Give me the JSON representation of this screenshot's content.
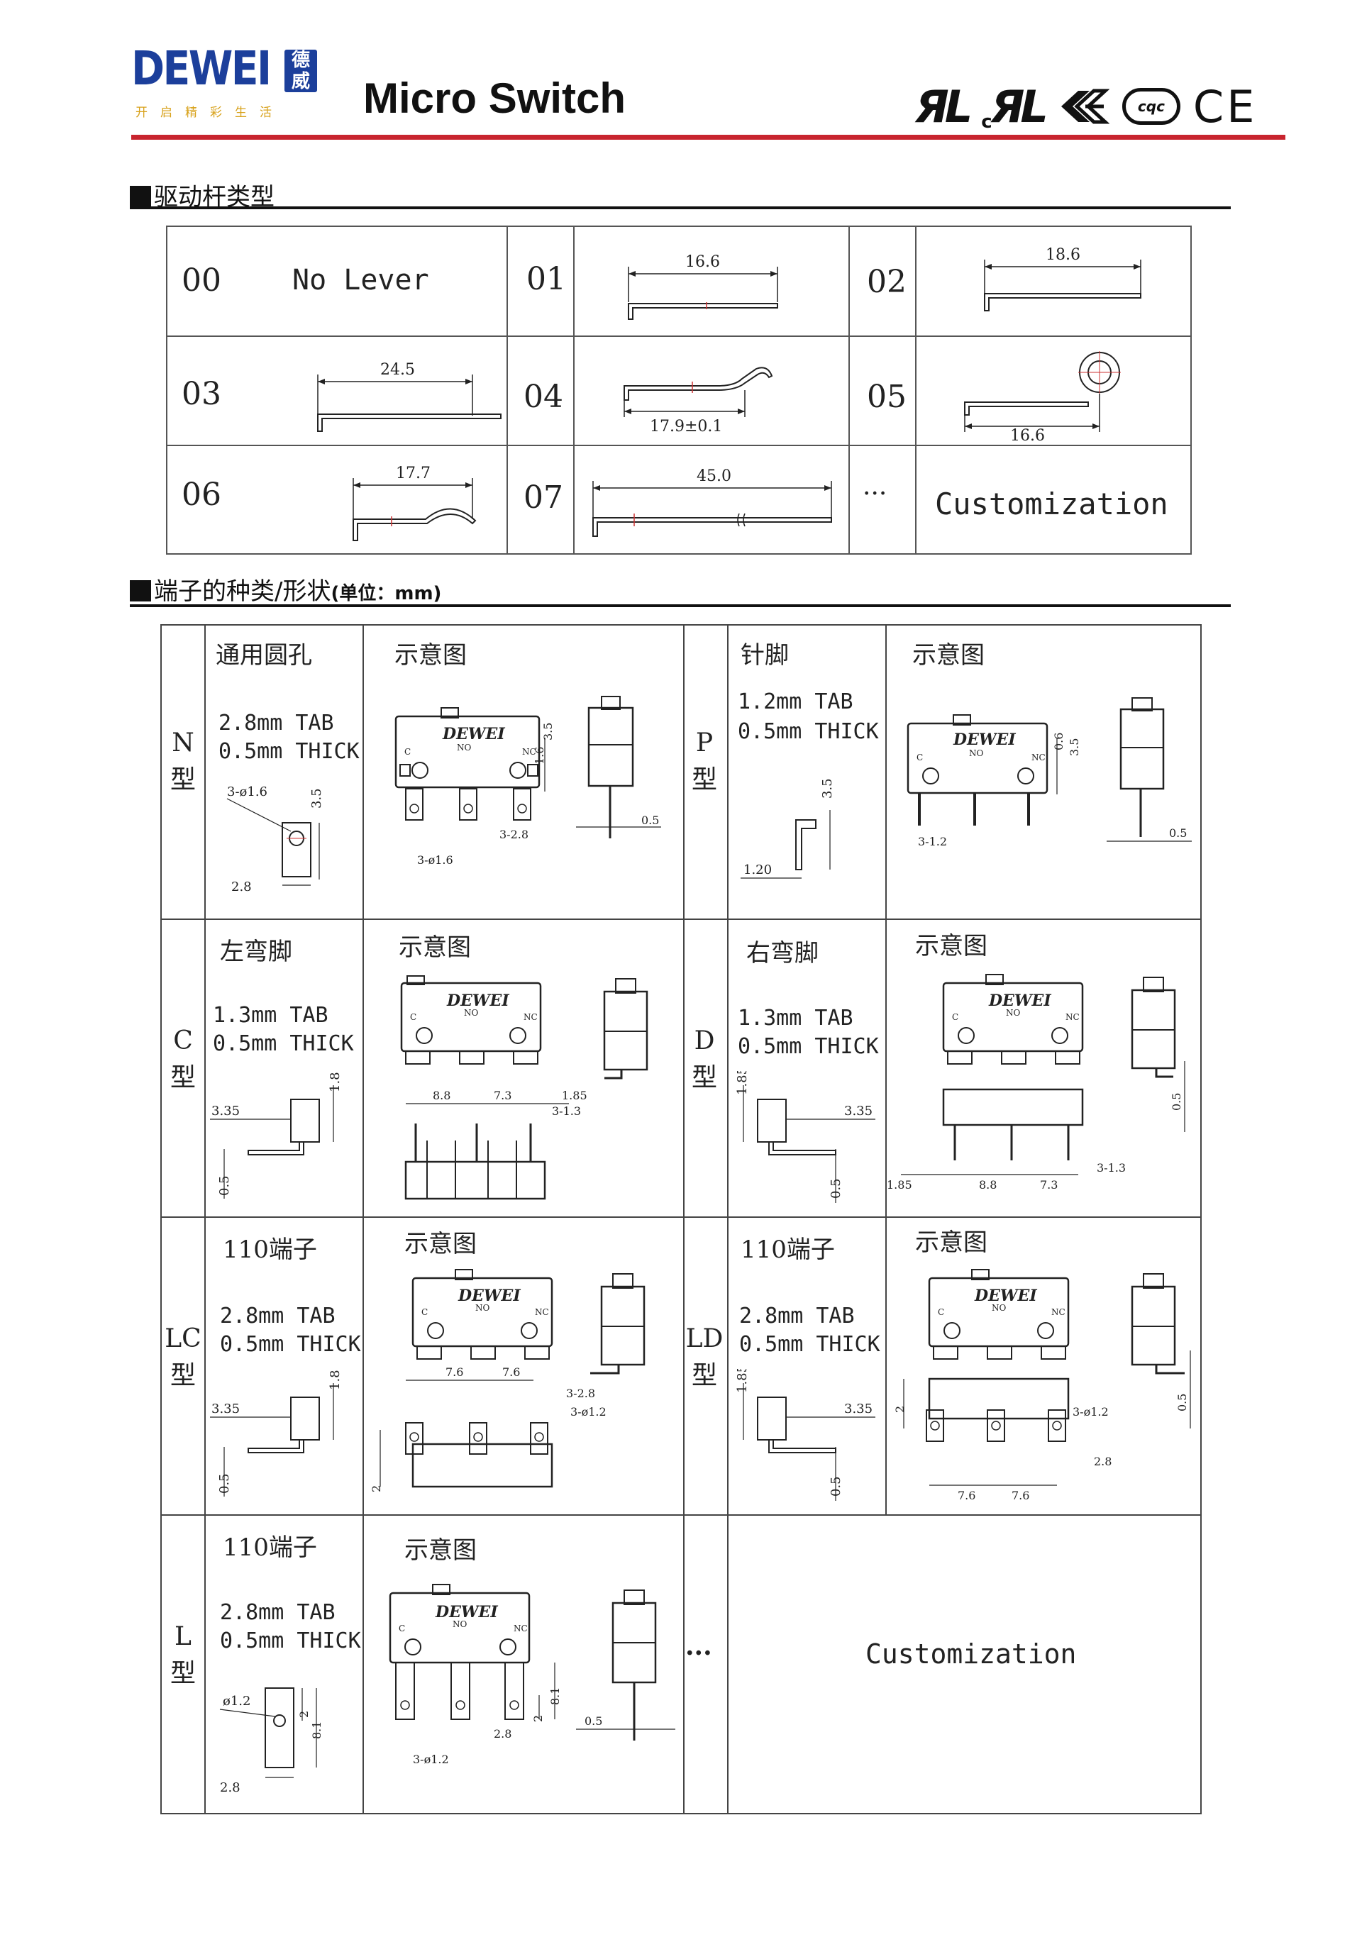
{
  "header": {
    "logo_text": "DEWEI",
    "logo_cn": "德威",
    "logo_slogan": "开启精彩生活",
    "title": "Micro Switch",
    "certifications": [
      "UL",
      "cUL",
      "KC",
      "CQC",
      "CE"
    ],
    "cert_marks": {
      "ul": "ЯL",
      "cul_c": "c",
      "cul": "ЯL",
      "cqc": "cqc",
      "ce": "CE"
    }
  },
  "lever_section": {
    "title": "驱动杆类型",
    "items": [
      {
        "code": "00",
        "text": "No Lever"
      },
      {
        "code": "01",
        "dimension": "16.6"
      },
      {
        "code": "02",
        "dimension": "18.6"
      },
      {
        "code": "03",
        "dimension": "24.5"
      },
      {
        "code": "04",
        "dimension": "17.9±0.1"
      },
      {
        "code": "05",
        "dimension": "16.6"
      },
      {
        "code": "06",
        "dimension": "17.7"
      },
      {
        "code": "07",
        "dimension": "45.0"
      },
      {
        "code": "···",
        "text": "Customization"
      }
    ]
  },
  "terminal_section": {
    "title": "端子的种类/形状",
    "unit": "(单位：mm)",
    "diagram_label": "示意图",
    "brand_on_switch": "DEWEI",
    "switch_labels": {
      "c": "C",
      "no": "NO",
      "nc": "NC"
    },
    "types": [
      {
        "type": "N",
        "type_suffix": "型",
        "name": "通用圆孔",
        "spec1": "2.8mm TAB",
        "spec2": "0.5mm THICK",
        "detail_dims": [
          "3-ø1.6",
          "3.5",
          "2.8"
        ],
        "diagram_dims": [
          "3.5",
          "1.6",
          "3-2.8",
          "3-ø1.6",
          "0.5"
        ]
      },
      {
        "type": "P",
        "type_suffix": "型",
        "name": "针脚",
        "spec1": "1.2mm TAB",
        "spec2": "0.5mm THICK",
        "detail_dims": [
          "3.5",
          "1.20"
        ],
        "diagram_dims": [
          "0.6",
          "3.5",
          "3-1.2",
          "0.5"
        ]
      },
      {
        "type": "C",
        "type_suffix": "型",
        "name": "左弯脚",
        "spec1": "1.3mm TAB",
        "spec2": "0.5mm THICK",
        "detail_dims": [
          "3.35",
          "1.85",
          "0.5"
        ],
        "diagram_dims": [
          "8.8",
          "7.3",
          "1.85",
          "3-1.3"
        ]
      },
      {
        "type": "D",
        "type_suffix": "型",
        "name": "右弯脚",
        "spec1": "1.3mm TAB",
        "spec2": "0.5mm THICK",
        "detail_dims": [
          "1.85",
          "3.35",
          "0.5"
        ],
        "diagram_dims": [
          "0.5",
          "3-1.3",
          "1.85",
          "8.8",
          "7.3"
        ]
      },
      {
        "type": "LC",
        "type_suffix": "型",
        "name": "110端子",
        "spec1": "2.8mm TAB",
        "spec2": "0.5mm THICK",
        "detail_dims": [
          "3.35",
          "1.85",
          "0.5"
        ],
        "diagram_dims": [
          "7.6",
          "7.6",
          "3-2.8",
          "3-ø1.2",
          "2"
        ]
      },
      {
        "type": "LD",
        "type_suffix": "型",
        "name": "110端子",
        "spec1": "2.8mm TAB",
        "spec2": "0.5mm THICK",
        "detail_dims": [
          "1.85",
          "3.35",
          "0.5"
        ],
        "diagram_dims": [
          "0.5",
          "2",
          "3-ø1.2",
          "2.8",
          "7.6",
          "7.6"
        ]
      },
      {
        "type": "L",
        "type_suffix": "型",
        "name": "110端子",
        "spec1": "2.8mm TAB",
        "spec2": "0.5mm THICK",
        "detail_dims": [
          "ø1.2",
          "2",
          "8.1",
          "2.8"
        ],
        "diagram_dims": [
          "8.1",
          "2",
          "2.8",
          "3-ø1.2",
          "0.5"
        ]
      },
      {
        "type": "···",
        "text": "Customization"
      }
    ]
  }
}
